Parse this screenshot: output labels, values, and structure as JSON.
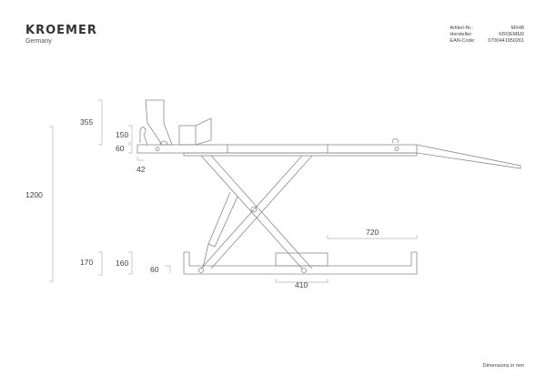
{
  "header": {
    "brand": "KROEMER",
    "subtitle": "Germany"
  },
  "specs": [
    {
      "label": "Artikel-Nr.:",
      "value": "MX48"
    },
    {
      "label": "Hersteller:",
      "value": "KROEMER"
    },
    {
      "label": "EAN-Code:",
      "value": "07004419502​61"
    }
  ],
  "dimensions": {
    "total_height": "1200",
    "wheel_clamp_height": "355",
    "clamp_offset": "150",
    "platform_thickness": "60",
    "edge_offset": "42",
    "base_height": "170",
    "base_frame_height": "160",
    "base_foot": "60",
    "base_block_width": "410",
    "ramp_span": "720"
  },
  "footer": {
    "units_note": "Dimensions in mm"
  },
  "colors": {
    "line": "#8a8a8a",
    "dim_line": "#b0b0b0",
    "text": "#444444"
  }
}
